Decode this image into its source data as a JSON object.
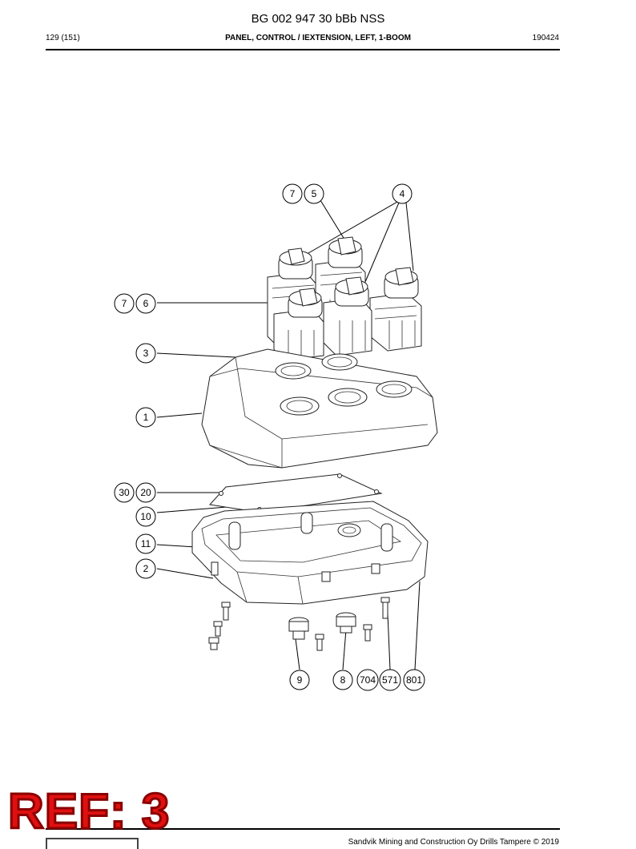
{
  "header": {
    "doc_title": "BG 002 947 30 bBb NSS",
    "page": "129 (151)",
    "section": "PANEL, CONTROL / IEXTENSION, LEFT, 1-BOOM",
    "date_code": "190424"
  },
  "callouts": {
    "c7a": "7",
    "c5": "5",
    "c4": "4",
    "c7b": "7",
    "c6": "6",
    "c3": "3",
    "c1": "1",
    "c30": "30",
    "c20": "20",
    "c10": "10",
    "c11": "11",
    "c2": "2",
    "c9": "9",
    "c8": "8",
    "c704": "704",
    "c571": "571",
    "c801": "801"
  },
  "stamp": {
    "text": "REF: 3"
  },
  "footer": {
    "text": "Sandvik Mining and Construction Oy Drills Tampere © 2019"
  }
}
